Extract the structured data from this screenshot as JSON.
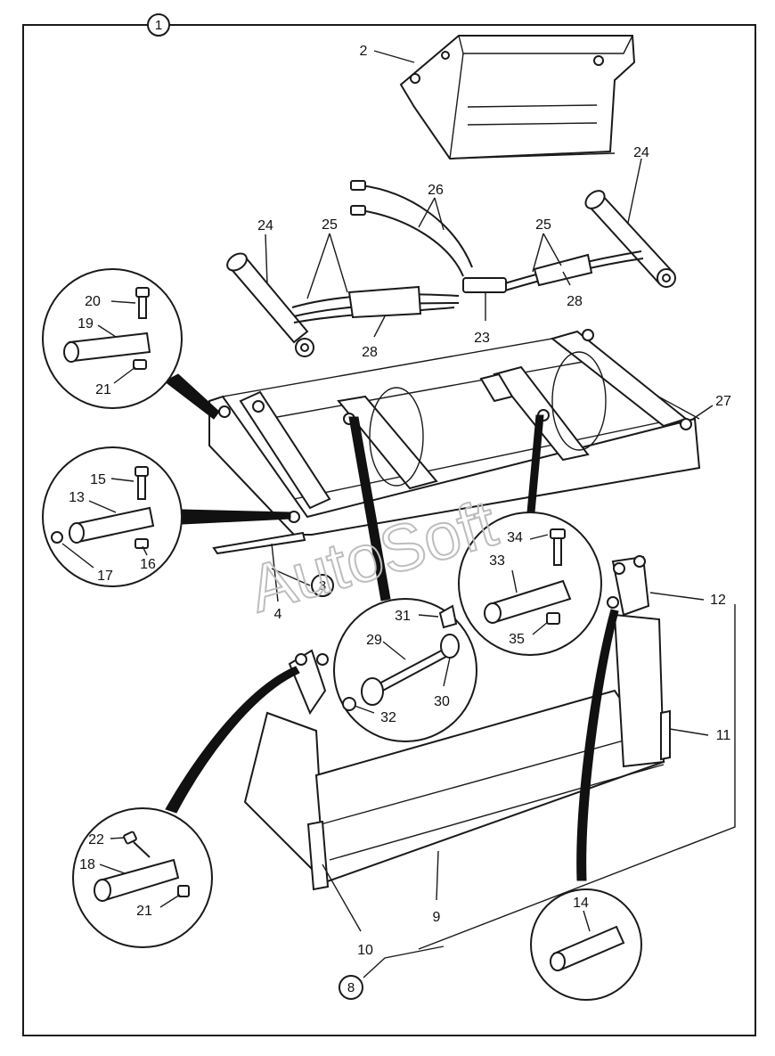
{
  "watermark": "AutoSoft",
  "callouts": {
    "c1": "1",
    "c2": "2",
    "c3": "3",
    "c4": "4",
    "c8": "8",
    "c9": "9",
    "c10": "10",
    "c11": "11",
    "c12": "12",
    "c13": "13",
    "c14": "14",
    "c15": "15",
    "c16": "16",
    "c17": "17",
    "c18": "18",
    "c19": "19",
    "c20": "20",
    "c21a": "21",
    "c21b": "21",
    "c22": "22",
    "c23": "23",
    "c24a": "24",
    "c24b": "24",
    "c25a": "25",
    "c25b": "25",
    "c26": "26",
    "c27": "27",
    "c28a": "28",
    "c28b": "28",
    "c29": "29",
    "c30": "30",
    "c31": "31",
    "c32": "32",
    "c33": "33",
    "c34": "34",
    "c35": "35"
  }
}
